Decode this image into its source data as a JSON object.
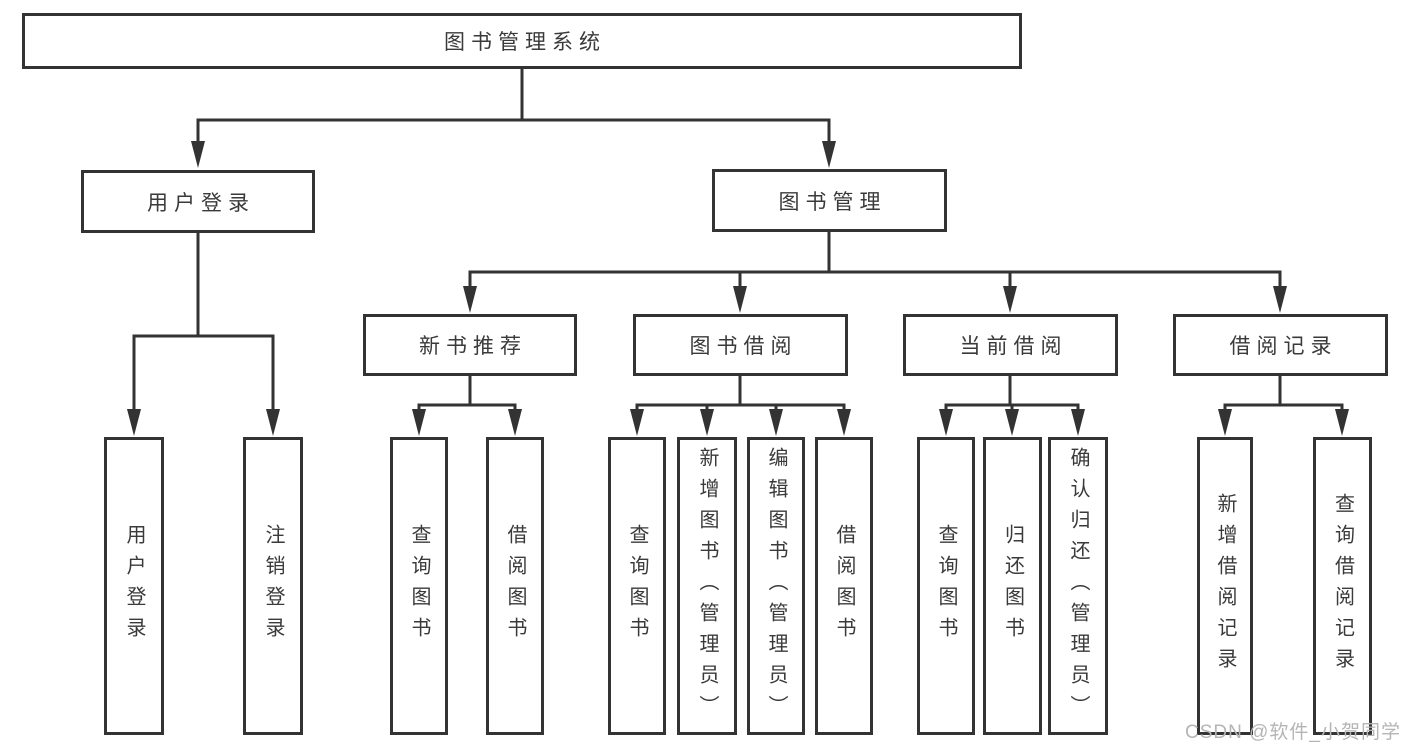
{
  "diagram": {
    "root": {
      "label": "图书管理系统"
    },
    "level2": [
      {
        "label": "用户登录"
      },
      {
        "label": "图书管理"
      }
    ],
    "level3": [
      {
        "label": "新书推荐"
      },
      {
        "label": "图书借阅"
      },
      {
        "label": "当前借阅"
      },
      {
        "label": "借阅记录"
      }
    ],
    "leaves": [
      {
        "label": "用户登录"
      },
      {
        "label": "注销登录"
      },
      {
        "label": "查询图书"
      },
      {
        "label": "借阅图书"
      },
      {
        "label": "查询图书"
      },
      {
        "label": "新增图书（管理员）"
      },
      {
        "label": "编辑图书（管理员）"
      },
      {
        "label": "借阅图书"
      },
      {
        "label": "查询图书"
      },
      {
        "label": "归还图书"
      },
      {
        "label": "确认归还（管理员）"
      },
      {
        "label": "新增借阅记录"
      },
      {
        "label": "查询借阅记录"
      }
    ],
    "watermark": "CSDN @软件_小贺同学",
    "colors": {
      "line": "#333333",
      "border": "#333333",
      "text": "#3a3a3a",
      "watermark": "#b5b5b5",
      "box_background": "#ffffff"
    }
  }
}
